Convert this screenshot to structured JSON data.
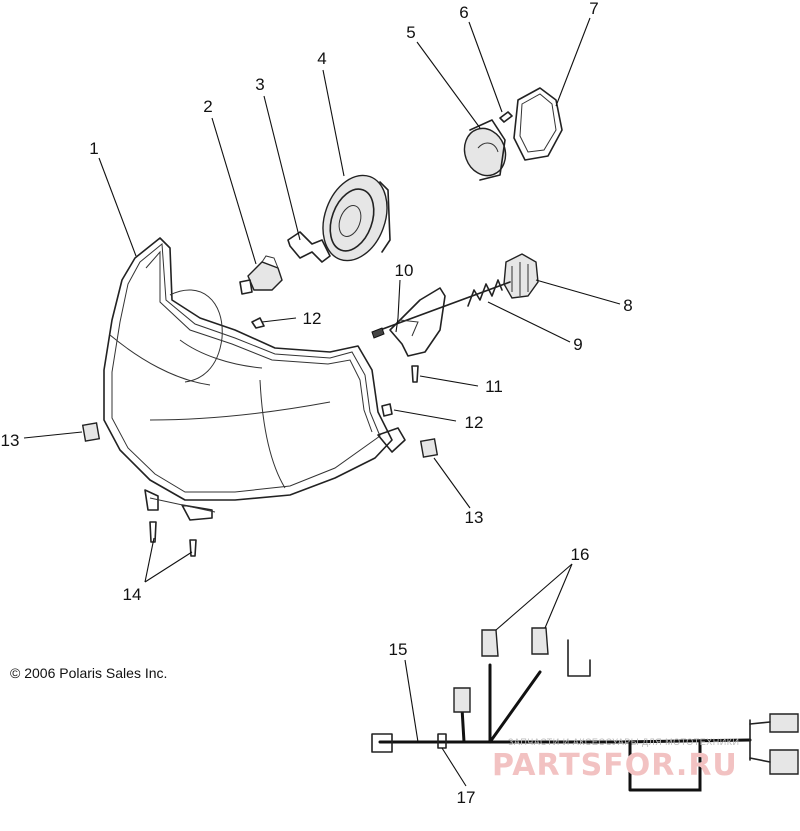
{
  "callouts": [
    "1",
    "2",
    "3",
    "4",
    "5",
    "6",
    "7",
    "8",
    "9",
    "10",
    "11",
    "12",
    "12",
    "13",
    "13",
    "14",
    "15",
    "16",
    "17"
  ],
  "copyright": "© 2006 Polaris Sales Inc.",
  "watermark": {
    "small": "ЗАПЧАСТИ И АКСЕССУАРЫ ДЛЯ МОТОТЕХНИКИ",
    "big": "PARTSFOR.RU"
  }
}
